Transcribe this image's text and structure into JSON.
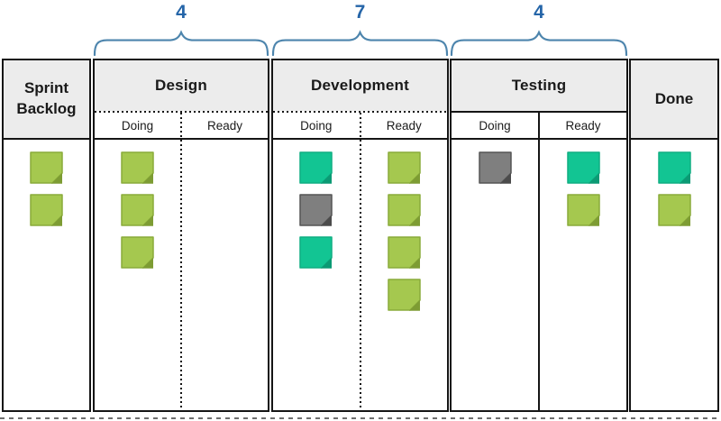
{
  "diagram": {
    "wip_braces": [
      {
        "column": "design",
        "value": "4"
      },
      {
        "column": "development",
        "value": "7"
      },
      {
        "column": "testing",
        "value": "4"
      }
    ],
    "columns": {
      "sprint_backlog": {
        "title": "Sprint Backlog",
        "notes": [
          "green",
          "green"
        ]
      },
      "design": {
        "title": "Design",
        "doing_label": "Doing",
        "ready_label": "Ready",
        "doing_notes": [
          "green",
          "green",
          "green"
        ],
        "ready_notes": []
      },
      "development": {
        "title": "Development",
        "doing_label": "Doing",
        "ready_label": "Ready",
        "doing_notes": [
          "teal",
          "gray",
          "teal"
        ],
        "ready_notes": [
          "green",
          "green",
          "green",
          "green"
        ]
      },
      "testing": {
        "title": "Testing",
        "doing_label": "Doing",
        "ready_label": "Ready",
        "doing_notes": [
          "gray"
        ],
        "ready_notes": [
          "teal",
          "green"
        ]
      },
      "done": {
        "title": "Done",
        "notes": [
          "teal",
          "green"
        ]
      }
    },
    "colors": {
      "wip_number_blue": "#2565a8",
      "brace_blue": "#4d85ad",
      "border_black": "#151515",
      "header_gray": "#ececec",
      "note_green": {
        "fill": "#a5c84f",
        "fold": "#7d9c33",
        "edge": "#8aab3a"
      },
      "note_teal": {
        "fill": "#12c593",
        "fold": "#0b9a74",
        "edge": "#0fae82"
      },
      "note_gray": {
        "fill": "#7f7f7f",
        "fold": "#4b4b4b",
        "edge": "#555555"
      }
    }
  }
}
